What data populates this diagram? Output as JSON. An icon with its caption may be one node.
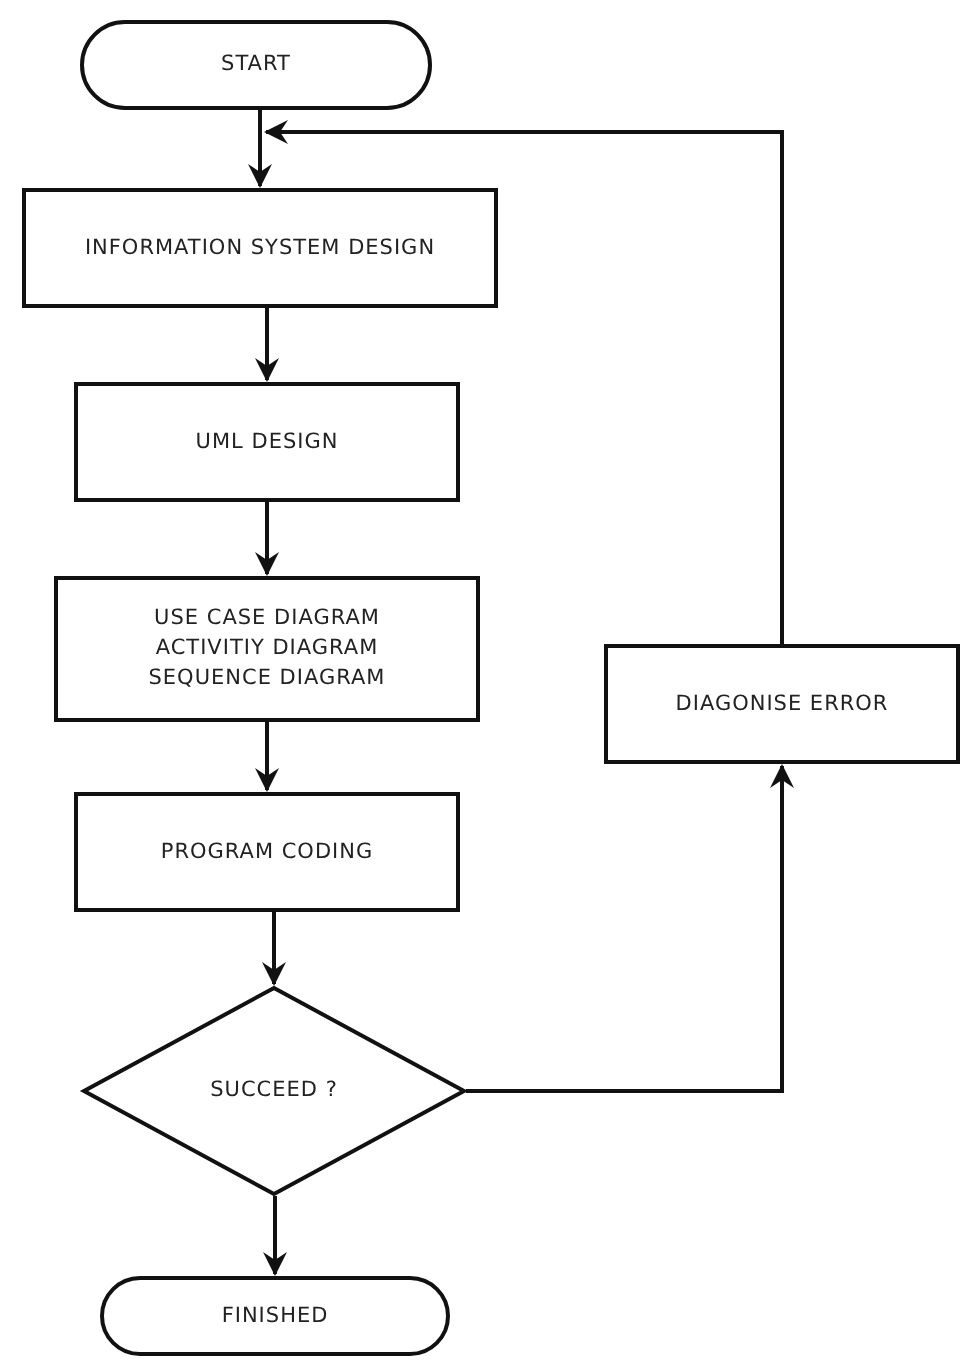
{
  "diagram": {
    "nodes": [
      {
        "text": [
          "START"
        ]
      },
      {
        "text": [
          "INFORMATION SYSTEM DESIGN"
        ]
      },
      {
        "text": [
          "UML DESIGN"
        ]
      },
      {
        "text": [
          "USE CASE DIAGRAM",
          "ACTIVITIY DIAGRAM",
          "SEQUENCE DIAGRAM"
        ]
      },
      {
        "text": [
          "DIAGONISE ERROR"
        ]
      },
      {
        "text": [
          "PROGRAM CODING"
        ]
      },
      {
        "text": [
          "SUCCEED ?"
        ]
      },
      {
        "text": [
          "FINISHED"
        ]
      }
    ],
    "edges": [
      {
        "from": 0,
        "to": 1,
        "arrow": "to"
      },
      {
        "from": 1,
        "to": 2,
        "arrow": "to"
      },
      {
        "from": 2,
        "to": 3,
        "arrow": "to"
      },
      {
        "from": 3,
        "to": 5,
        "arrow": "to"
      },
      {
        "from": 5,
        "to": 6,
        "arrow": "to"
      },
      {
        "from": 6,
        "to": 7,
        "arrow": "to"
      },
      {
        "from": 6,
        "to": 4,
        "arrow": "to"
      },
      {
        "from": 4,
        "to": 1,
        "arrow": "to"
      }
    ]
  }
}
